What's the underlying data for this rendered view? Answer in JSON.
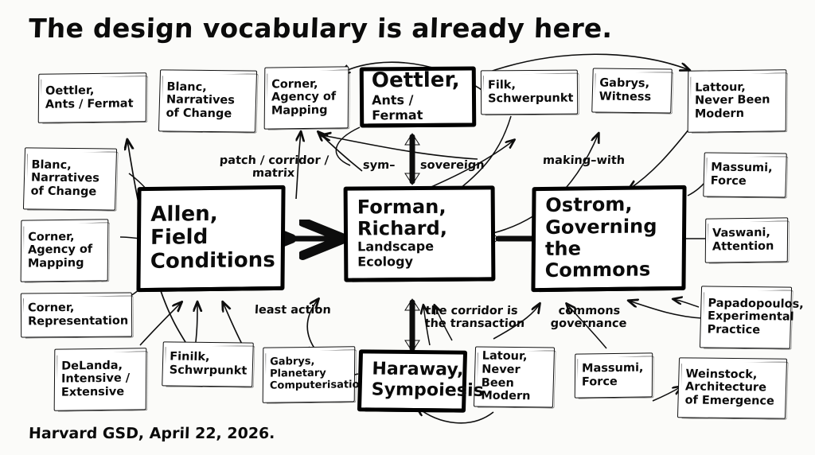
{
  "title": "The design vocabulary is already here.",
  "footer": "Harvard GSD, April 22, 2026.",
  "colors": {
    "ink": "#0b0b0b",
    "paper": "#fbfbf9",
    "box": "#ffffff"
  },
  "hubs": [
    {
      "id": "allen",
      "line1": "Allen,",
      "line2": "Field",
      "line3": "Conditions"
    },
    {
      "id": "forman",
      "line1": "Forman,",
      "line2": "Richard,",
      "line3": "Landscape Ecology"
    },
    {
      "id": "ostrom",
      "line1": "Ostrom,",
      "line2": "Governing",
      "line3": "the Commons"
    },
    {
      "id": "oettler",
      "line1": "Oettler,",
      "line2": "Ants / Fermat",
      "line3": ""
    },
    {
      "id": "haraway",
      "line1": "Haraway,",
      "line2": "Sympoiesis",
      "line3": ""
    }
  ],
  "nodes": [
    {
      "id": "oettler-ants-tl",
      "text": "Oettler,\nAnts / Fermat"
    },
    {
      "id": "blanc-narr-top",
      "text": "Blanc,\nNarratives\nof Change"
    },
    {
      "id": "corner-agency-top",
      "text": "Corner,\nAgency of\nMapping"
    },
    {
      "id": "filk-schwerpunkt",
      "text": "Filk,\nSchwerpunkt"
    },
    {
      "id": "gabrys-witness",
      "text": "Gabrys,\nWitness"
    },
    {
      "id": "lattour-nbm-top",
      "text": "Lattour,\nNever Been\nModern"
    },
    {
      "id": "blanc-narr-left",
      "text": "Blanc,\nNarratives\nof Change"
    },
    {
      "id": "corner-agency-left",
      "text": "Corner,\nAgency of\nMapping"
    },
    {
      "id": "corner-repr",
      "text": "Corner,\nRepresentation"
    },
    {
      "id": "massumi-force-r",
      "text": "Massumi,\nForce"
    },
    {
      "id": "vaswani-attention",
      "text": "Vaswani,\nAttention"
    },
    {
      "id": "papadopoulos",
      "text": "Papadopoulos,\nExperimental\nPractice"
    },
    {
      "id": "delanda",
      "text": "DeLanda,\nIntensive /\nExtensive"
    },
    {
      "id": "finilk",
      "text": "Finilk,\nSchwrpunkt"
    },
    {
      "id": "gabrys-planetary",
      "text": "Gabrys,\nPlanetary\nComputerisation"
    },
    {
      "id": "latour-nbm-bottom",
      "text": "Latour,\nNever Been\nModern"
    },
    {
      "id": "massumi-force-b",
      "text": "Massumi,\nForce"
    },
    {
      "id": "weinstock",
      "text": "Weinstock,\nArchitecture\nof Emergence"
    }
  ],
  "edge_labels": [
    {
      "id": "patch-corridor-matrix",
      "text": "patch / corridor /\nmatrix"
    },
    {
      "id": "sym",
      "text": "sym–"
    },
    {
      "id": "sovereign",
      "text": "sovereign"
    },
    {
      "id": "making-with",
      "text": "making–with"
    },
    {
      "id": "least-action",
      "text": "least action"
    },
    {
      "id": "corridor-transaction",
      "text": "the corridor is\nthe transaction"
    },
    {
      "id": "commons-governance",
      "text": "commons\ngovernance"
    }
  ]
}
